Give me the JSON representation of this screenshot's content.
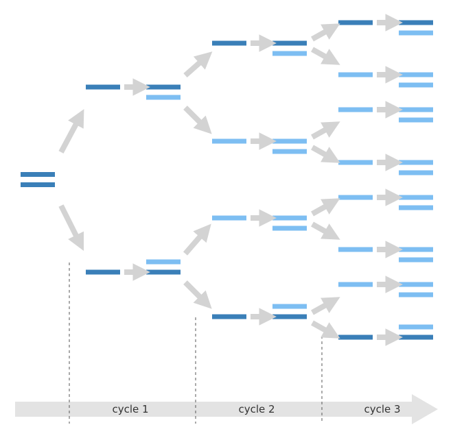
{
  "title": "",
  "colors": {
    "template_strand": "#3a7fb8",
    "new_strand": "#7dbef2",
    "arrow": "#d3d3d3",
    "divider": "#555555",
    "timeline": "#e3e3e3",
    "label": "#333333"
  },
  "timeline": {
    "cycles": [
      {
        "label": "cycle 1"
      },
      {
        "label": "cycle 2"
      },
      {
        "label": "cycle 3"
      }
    ]
  },
  "tree": {
    "initial": {
      "strands": [
        "template",
        "template"
      ]
    },
    "generations": [
      {
        "name": "cycle-1",
        "products": [
          {
            "single": "template",
            "duplex": [
              "template",
              "new"
            ]
          },
          {
            "single": "template",
            "duplex": [
              "new",
              "template"
            ]
          }
        ]
      },
      {
        "name": "cycle-2",
        "products": [
          {
            "single": "template",
            "duplex": [
              "template",
              "new"
            ]
          },
          {
            "single": "new",
            "duplex": [
              "new",
              "new"
            ]
          },
          {
            "single": "new",
            "duplex": [
              "new",
              "new"
            ]
          },
          {
            "single": "template",
            "duplex": [
              "new",
              "template"
            ]
          }
        ]
      },
      {
        "name": "cycle-3",
        "products": [
          {
            "single": "template",
            "duplex": [
              "template",
              "new"
            ]
          },
          {
            "single": "new",
            "duplex": [
              "new",
              "new"
            ]
          },
          {
            "single": "new",
            "duplex": [
              "new",
              "new"
            ]
          },
          {
            "single": "new",
            "duplex": [
              "new",
              "new"
            ]
          },
          {
            "single": "new",
            "duplex": [
              "new",
              "new"
            ]
          },
          {
            "single": "new",
            "duplex": [
              "new",
              "new"
            ]
          },
          {
            "single": "new",
            "duplex": [
              "new",
              "new"
            ]
          },
          {
            "single": "template",
            "duplex": [
              "new",
              "template"
            ]
          }
        ]
      }
    ]
  }
}
